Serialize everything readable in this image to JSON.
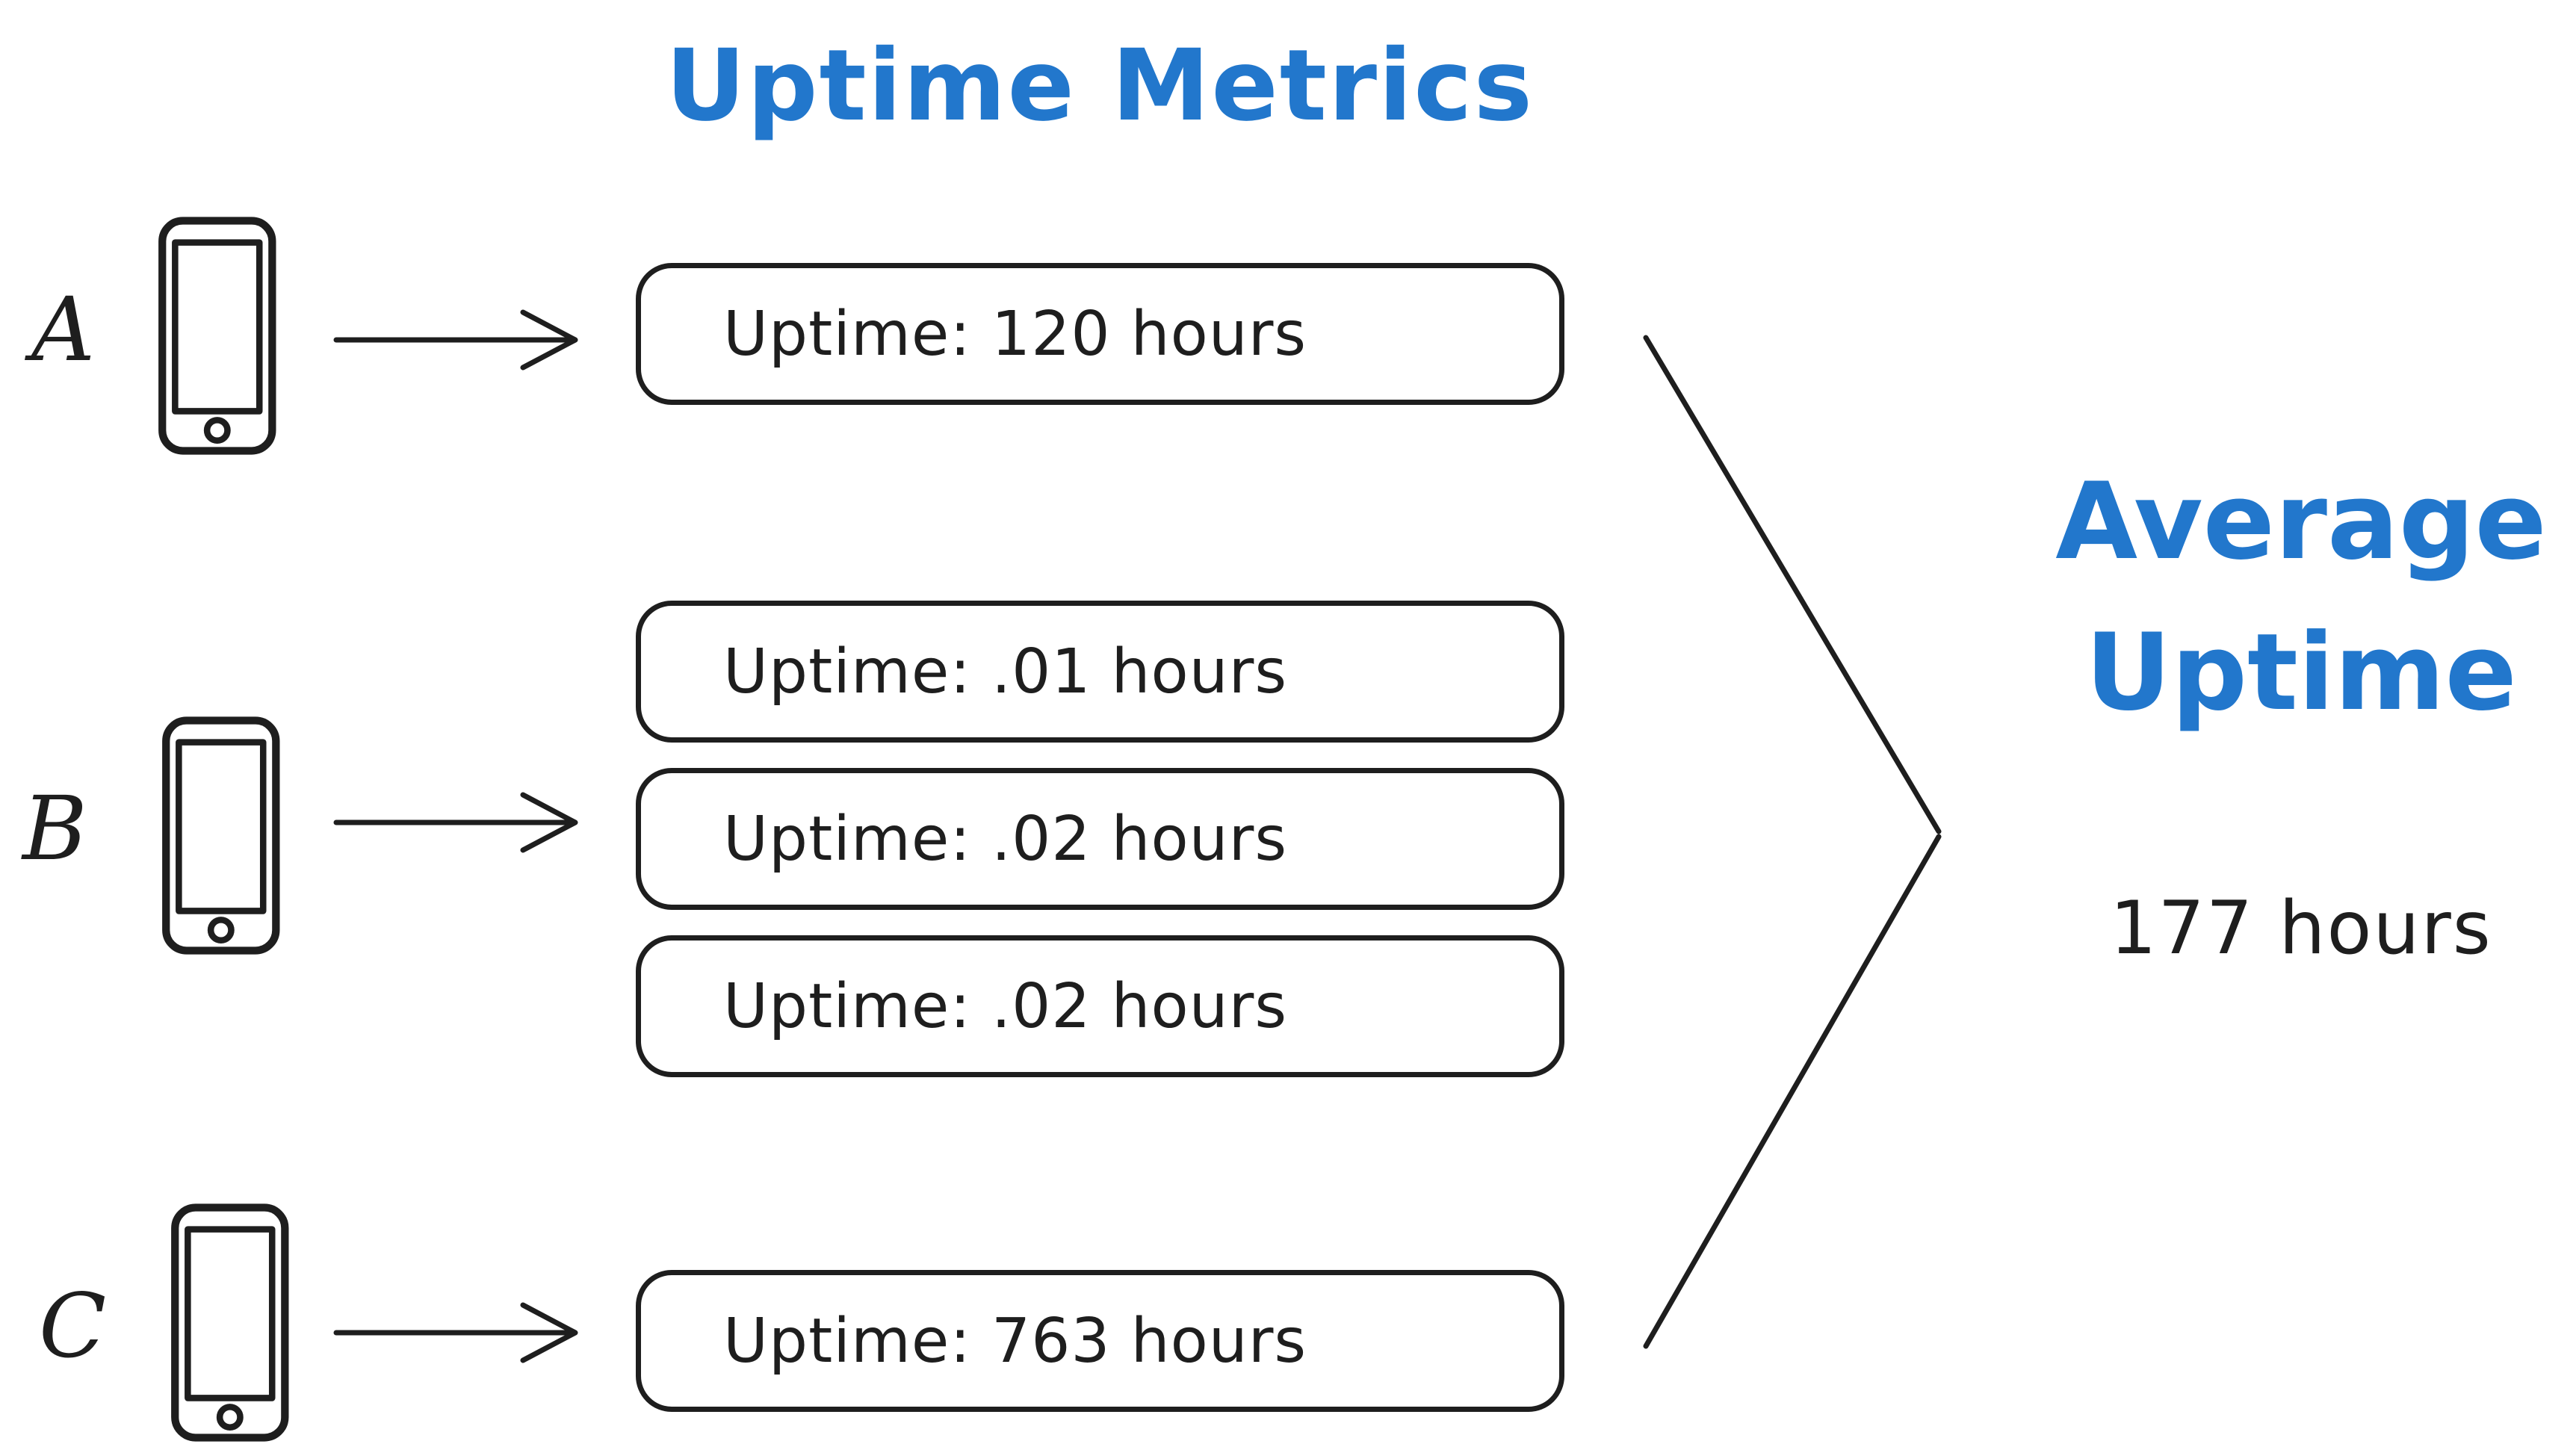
{
  "title": "Uptime Metrics",
  "colors": {
    "accent": "#2277cc",
    "ink": "#1e1e1e"
  },
  "devices": [
    {
      "label": "A",
      "metrics": [
        "Uptime: 120 hours"
      ]
    },
    {
      "label": "B",
      "metrics": [
        "Uptime: .01 hours",
        "Uptime: .02 hours",
        "Uptime: .02 hours"
      ]
    },
    {
      "label": "C",
      "metrics": [
        "Uptime: 763 hours"
      ]
    }
  ],
  "result": {
    "line1": "Average",
    "line2": "Uptime",
    "value": "177 hours"
  }
}
